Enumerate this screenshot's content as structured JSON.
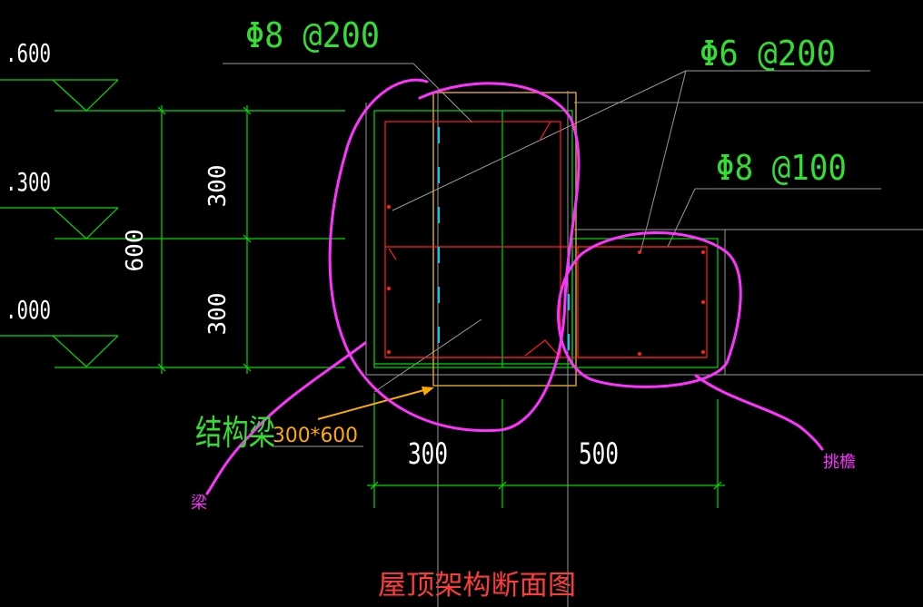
{
  "levels": [
    {
      "label": ".600"
    },
    {
      "label": ".300"
    },
    {
      "label": ".000"
    }
  ],
  "dimensions": {
    "total_height": "600",
    "upper_height": "300",
    "lower_height": "300",
    "beam_width": "300",
    "eave_width": "500"
  },
  "rebar_callouts": {
    "top": "Φ8 @200",
    "right_upper": "Φ6 @200",
    "right_lower": "Φ8 @100"
  },
  "labels": {
    "structural_beam": "结构梁",
    "beam_size": "300*600",
    "beam": "梁",
    "eave": "挑檐",
    "title": "屋顶架构断面图"
  },
  "colors": {
    "background": "#000000",
    "dimension_lines": "#00dd00",
    "rebar": "#ff2020",
    "highlight": "#ff33ff",
    "beam_outline": "#d4a020",
    "guide_lines": "#9a9a9a",
    "dashed_rebar": "#00ccff",
    "title": "#ff3b3b"
  }
}
